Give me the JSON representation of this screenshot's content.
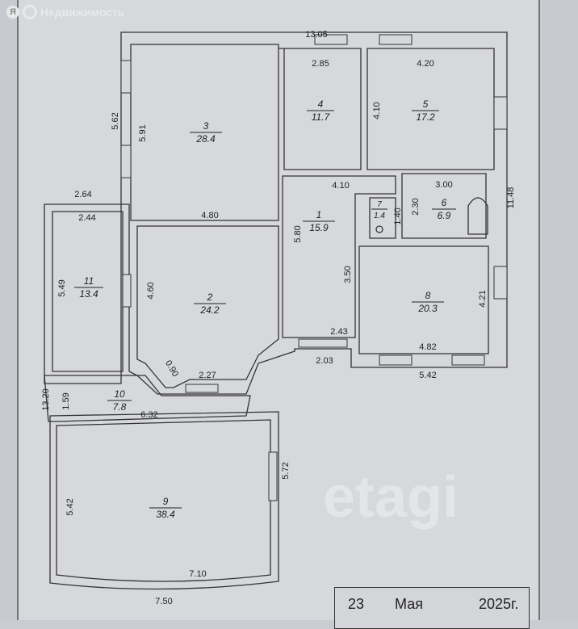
{
  "watermark": {
    "brand": "Недвижимость",
    "overlay": "etagi"
  },
  "rooms": [
    {
      "number": "1",
      "area": "15.9"
    },
    {
      "number": "2",
      "area": "24.2"
    },
    {
      "number": "3",
      "area": "28.4"
    },
    {
      "number": "4",
      "area": "11.7"
    },
    {
      "number": "5",
      "area": "17.2"
    },
    {
      "number": "6",
      "area": "6.9"
    },
    {
      "number": "7",
      "area": "1.4"
    },
    {
      "number": "8",
      "area": "20.3"
    },
    {
      "number": "9",
      "area": "38.4"
    },
    {
      "number": "10",
      "area": "7.8"
    },
    {
      "number": "11",
      "area": "13.4"
    }
  ],
  "dimensions": {
    "top_total": "13.05",
    "r4_width": "2.85",
    "r5_width": "4.20",
    "r3_left": "5.62",
    "r3_height": "5.91",
    "r5_height": "4.10",
    "r1_top": "4.10",
    "r6_width": "3.00",
    "r6_height": "2.30",
    "right_total": "11.48",
    "r7_height": "1.40",
    "r11_top_outer": "2.64",
    "r11_top": "2.44",
    "r2_top": "4.80",
    "r1_height": "5.80",
    "r11_height": "5.49",
    "r2_left": "4.60",
    "r1_lower": "3.50",
    "r8_height": "4.21",
    "r1_bottom": "2.43",
    "r8_bottom": "4.82",
    "corridor": "2.03",
    "bottom_right": "5.42",
    "r2_bevel": "0.90",
    "r2_bottom": "2.27",
    "left_total": "13.20",
    "r10_height": "1.59",
    "r10_width": "6.32",
    "r9_right": "5.72",
    "r9_left": "5.42",
    "r9_bottom": "7.10",
    "r9_outer_bottom": "7.50"
  },
  "stamp": {
    "day": "23",
    "month": "Мая",
    "year": "2025г."
  }
}
